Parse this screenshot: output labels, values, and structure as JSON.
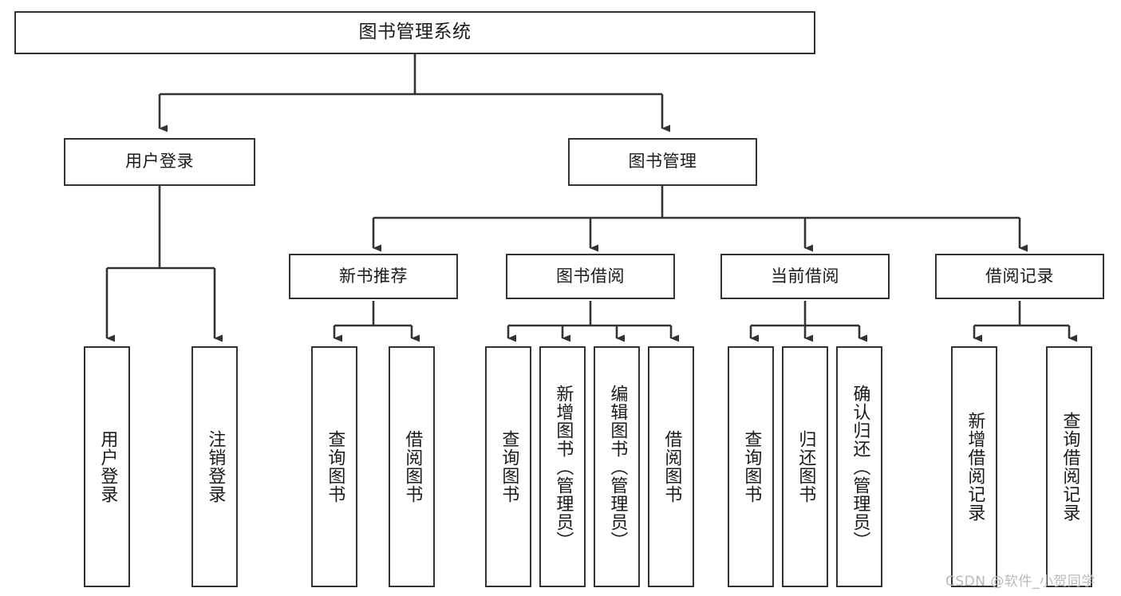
{
  "diagram": {
    "title": "图书管理系统",
    "type": "tree-hierarchy-diagram",
    "colors": {
      "stroke": "#333333",
      "fill": "#ffffff",
      "text": "#1a1a1a",
      "watermark": "#b9b9b9"
    },
    "root": {
      "label": "图书管理系统"
    },
    "level2": [
      {
        "label": "用户登录"
      },
      {
        "label": "图书管理"
      }
    ],
    "level3": [
      {
        "label": "新书推荐"
      },
      {
        "label": "图书借阅"
      },
      {
        "label": "当前借阅"
      },
      {
        "label": "借阅记录"
      }
    ],
    "leaves": {
      "user_login": [
        {
          "label": "用户登录"
        },
        {
          "label": "注销登录"
        }
      ],
      "new_book_recommend": [
        {
          "label": "查询图书"
        },
        {
          "label": "借阅图书"
        }
      ],
      "book_borrow": [
        {
          "label": "查询图书"
        },
        {
          "label": "新增图书（管理员）"
        },
        {
          "label": "编辑图书（管理员）"
        },
        {
          "label": "借阅图书"
        }
      ],
      "current_borrow": [
        {
          "label": "查询图书"
        },
        {
          "label": "归还图书"
        },
        {
          "label": "确认归还（管理员）"
        }
      ],
      "borrow_record": [
        {
          "label": "新增借阅记录"
        },
        {
          "label": "查询借阅记录"
        }
      ]
    },
    "watermark": "CSDN @软件_小贺同学"
  }
}
